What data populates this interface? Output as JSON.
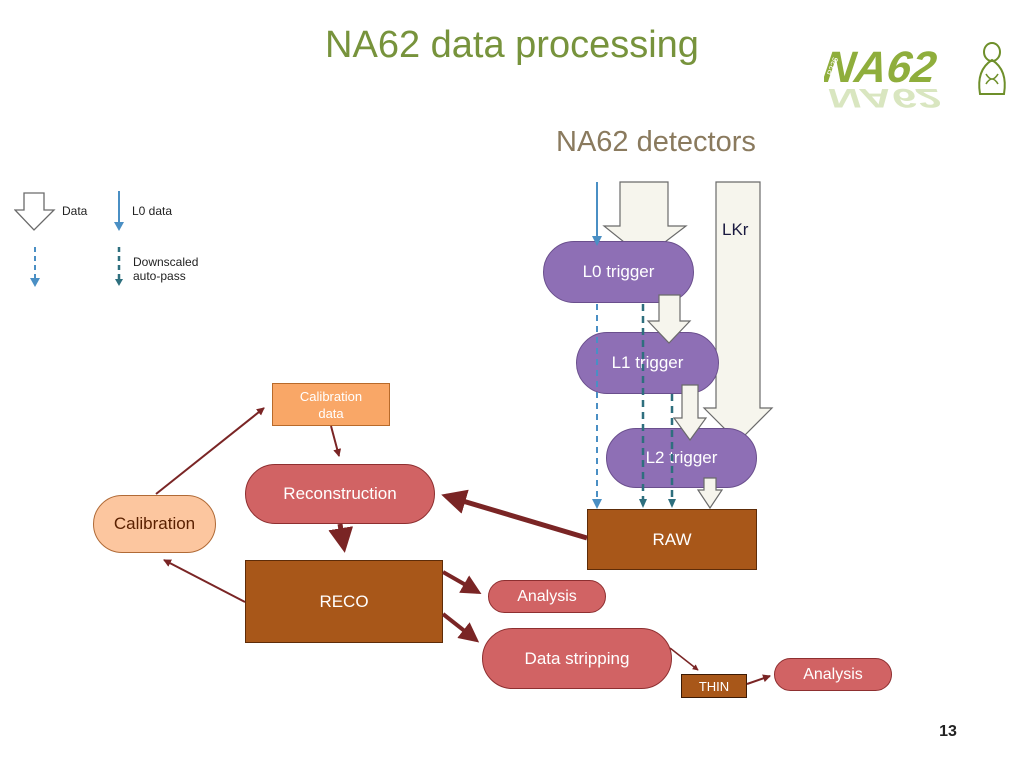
{
  "slide": {
    "title": "NA62 data processing",
    "subtitle": "NA62 detectors",
    "page_number": "13"
  },
  "logo": {
    "text": "NA62",
    "small_text": "P326"
  },
  "legend": {
    "data": "Data",
    "l0_data": "L0 data",
    "downscaled_line1": "Downscaled",
    "downscaled_line2": "auto-pass"
  },
  "diagram": {
    "lkr": "LKr",
    "l0_trigger": "L0 trigger",
    "l1_trigger": "L1 trigger",
    "l2_trigger": "L2 trigger",
    "raw": "RAW",
    "reconstruction": "Reconstruction",
    "reco": "RECO",
    "calibration": "Calibration",
    "calibration_data_line1": "Calibration",
    "calibration_data_line2": "data",
    "analysis_1": "Analysis",
    "data_stripping": "Data stripping",
    "thin": "THIN",
    "analysis_2": "Analysis"
  },
  "colors": {
    "title_green": "#77933c",
    "trigger_purple": "#8e6fb5",
    "reco_red": "#d16364",
    "raw_brown": "#a85719",
    "arrow_darkred": "#7a2525",
    "l0_blue": "#4a8fc4",
    "downscaled_teal": "#2e6f7e"
  }
}
